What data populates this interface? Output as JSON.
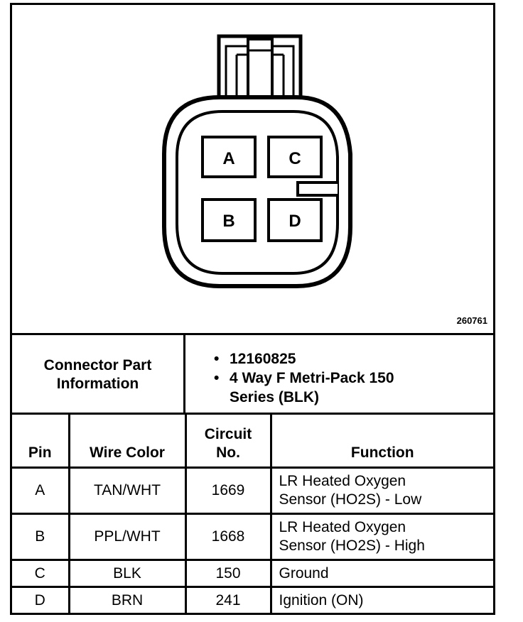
{
  "diagram": {
    "figure_number": "260761",
    "cavities": [
      "A",
      "C",
      "B",
      "D"
    ]
  },
  "connector_info": {
    "heading_line1": "Connector Part",
    "heading_line2": "Information",
    "items": [
      {
        "line1": "12160825",
        "line2": ""
      },
      {
        "line1": "4 Way F Metri-Pack 150",
        "line2": "Series (BLK)"
      }
    ]
  },
  "table": {
    "headers": {
      "pin": "Pin",
      "wire_color": "Wire Color",
      "circuit_line1": "Circuit",
      "circuit_line2": "No.",
      "function": "Function"
    },
    "rows": [
      {
        "pin": "A",
        "wire_color": "TAN/WHT",
        "circuit": "1669",
        "function_line1": "LR Heated Oxygen",
        "function_line2": "Sensor (HO2S) - Low"
      },
      {
        "pin": "B",
        "wire_color": "PPL/WHT",
        "circuit": "1668",
        "function_line1": "LR Heated Oxygen",
        "function_line2": "Sensor (HO2S) - High"
      },
      {
        "pin": "C",
        "wire_color": "BLK",
        "circuit": "150",
        "function_line1": "Ground",
        "function_line2": ""
      },
      {
        "pin": "D",
        "wire_color": "BRN",
        "circuit": "241",
        "function_line1": "Ignition (ON)",
        "function_line2": ""
      }
    ]
  }
}
